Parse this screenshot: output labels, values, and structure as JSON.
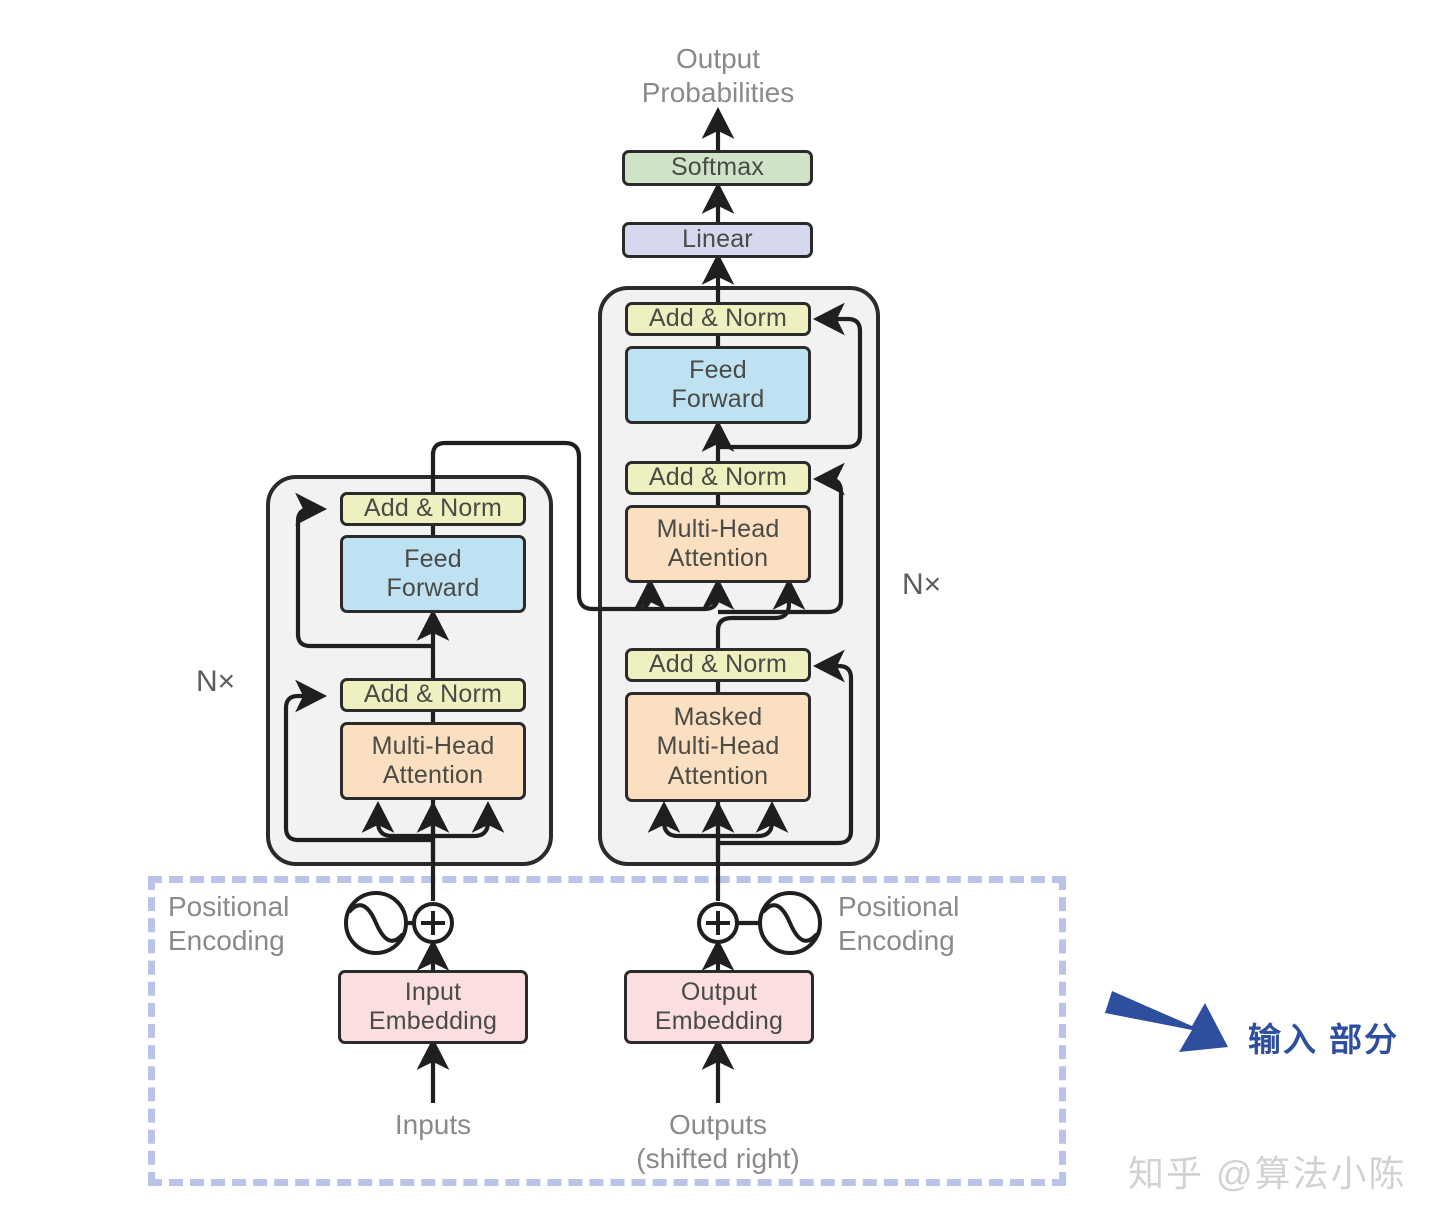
{
  "diagram": {
    "title_top": "Output\nProbabilities",
    "encoder": {
      "repeat_label": "N×",
      "blocks": [
        {
          "id": "enc-add-norm-2",
          "label": "Add & Norm",
          "color": "#eef0c0"
        },
        {
          "id": "enc-feed-forward",
          "label": "Feed\nForward",
          "color": "#bfe2f2"
        },
        {
          "id": "enc-add-norm-1",
          "label": "Add & Norm",
          "color": "#eef0c0"
        },
        {
          "id": "enc-multi-head-attention",
          "label": "Multi-Head\nAttention",
          "color": "#fadfc0"
        }
      ]
    },
    "decoder": {
      "repeat_label": "N×",
      "blocks": [
        {
          "id": "dec-add-norm-3",
          "label": "Add & Norm",
          "color": "#eef0c0"
        },
        {
          "id": "dec-feed-forward",
          "label": "Feed\nForward",
          "color": "#bfe2f2"
        },
        {
          "id": "dec-add-norm-2",
          "label": "Add & Norm",
          "color": "#eef0c0"
        },
        {
          "id": "dec-multi-head-attention",
          "label": "Multi-Head\nAttention",
          "color": "#fadfc0"
        },
        {
          "id": "dec-add-norm-1",
          "label": "Add & Norm",
          "color": "#eef0c0"
        },
        {
          "id": "dec-masked-multi-head-attention",
          "label": "Masked\nMulti-Head\nAttention",
          "color": "#fadfc0"
        }
      ]
    },
    "head": {
      "linear": "Linear",
      "softmax": "Softmax",
      "linear_color": "#d6d9ee",
      "softmax_color": "#cfe3c8"
    },
    "embeddings": {
      "input": "Input\nEmbedding",
      "output": "Output\nEmbedding",
      "color": "#fadee0"
    },
    "positional": {
      "left_label": "Positional\nEncoding",
      "right_label": "Positional\nEncoding"
    },
    "io": {
      "inputs": "Inputs",
      "outputs": "Outputs\n(shifted right)"
    },
    "annotation": {
      "text": "输入 部分",
      "color": "#2d4f9e"
    },
    "watermark": {
      "text": "知乎 @算法小陈"
    },
    "highlight_box": {
      "border_color": "#b9c4e8"
    }
  }
}
